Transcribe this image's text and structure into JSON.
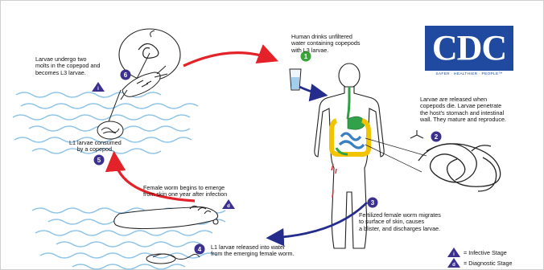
{
  "logo": {
    "text": "CDC",
    "tagline": "SAFER · HEALTHIER · PEOPLE™",
    "color": "#1f4aa0"
  },
  "colors": {
    "arrow_red": "#e4222a",
    "arrow_blue": "#252d8c",
    "badge_green": "#3aa63a",
    "badge_purple": "#3b2f8f",
    "water": "#8fc4e8",
    "intestine_yellow": "#f2c400",
    "intestine_green": "#32a24a",
    "intestine_blue": "#3a7fc1",
    "esophagus_green": "#2f9e44"
  },
  "steps": [
    {
      "number": "1",
      "lines": [
        "Human drinks unfiltered",
        "water containing copepods",
        "with L3 larvae."
      ]
    },
    {
      "number": "2",
      "lines": [
        "Larvae are released when",
        "copepods die. Larvae penetrate",
        "the host's stomach and intestinal",
        "wall. They mature and reproduce."
      ]
    },
    {
      "number": "3",
      "lines": [
        "Fertilized female worm migrates",
        "to surface of skin, causes",
        "a blister, and discharges larvae."
      ]
    },
    {
      "number": "4",
      "lines": [
        "L1 larvae released into water",
        "from the emerging female worm."
      ]
    },
    {
      "number": "5",
      "lines": [
        "L1 larvae consumed",
        "by a copepod."
      ]
    },
    {
      "number": "6",
      "lines": [
        "Larvae undergo two",
        "molts in the copepod and",
        "becomes L3 larvae."
      ]
    }
  ],
  "emergence_note": {
    "marker": "d",
    "lines": [
      "Female worm begins to emerge",
      "from skin one year after infection"
    ]
  },
  "legend": [
    {
      "marker": "i",
      "label": "= Infective Stage"
    },
    {
      "marker": "d",
      "label": "= Diagnostic Stage"
    }
  ]
}
